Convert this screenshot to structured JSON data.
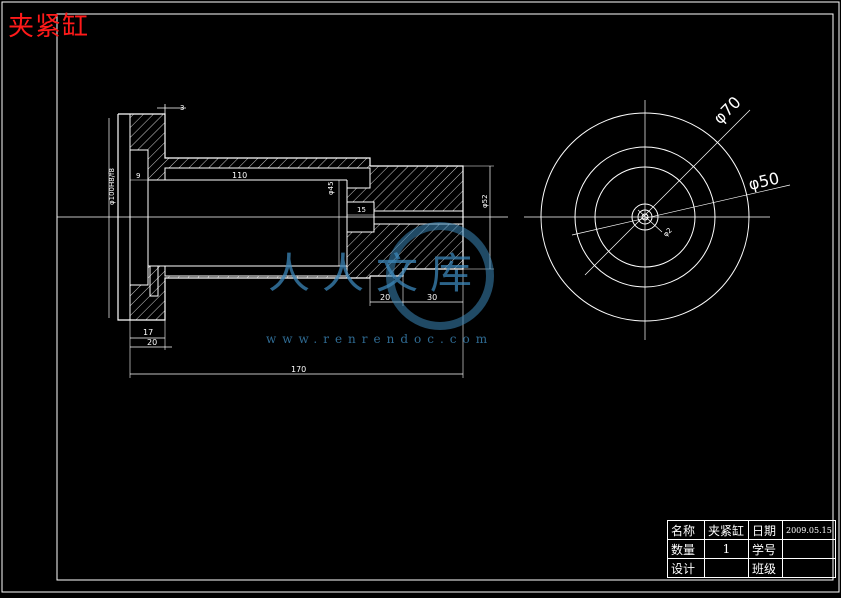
{
  "title": "夹紧缸",
  "dimensions": {
    "d_top": "3",
    "d_9": "9",
    "d_110": "110",
    "d_phi45": "φ45",
    "d_15": "15",
    "d_phi52": "φ52",
    "d_left_phi": "φ100H8/f8",
    "d_20": "20",
    "d_30": "30",
    "d_17": "17",
    "d_flange": "20",
    "d_170": "170",
    "d_phi70": "φ70",
    "d_phi50": "φ50",
    "d_phi2": "φ2"
  },
  "title_block": {
    "name_label": "名称",
    "name_value": "夹紧缸",
    "date_label": "日期",
    "date_value": "2009.05.15",
    "qty_label": "数量",
    "qty_value": "1",
    "stuno_label": "学号",
    "design_label": "设计",
    "class_label": "班级"
  },
  "watermark": {
    "text": "人人文库",
    "url": "www.renrendoc.com"
  },
  "colors": {
    "line": "#ffffff",
    "title": "#ff1a1a",
    "watermark": "#3b86b8"
  }
}
